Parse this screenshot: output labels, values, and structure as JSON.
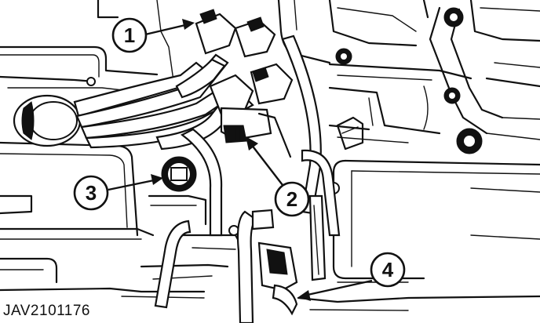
{
  "callouts": [
    {
      "id": "callout-1",
      "label": "1"
    },
    {
      "id": "callout-2",
      "label": "2"
    },
    {
      "id": "callout-3",
      "label": "3"
    },
    {
      "id": "callout-4",
      "label": "4"
    }
  ],
  "reference_code": "JAV2101176",
  "colors": {
    "ink": "#111111",
    "paper": "#ffffff"
  }
}
